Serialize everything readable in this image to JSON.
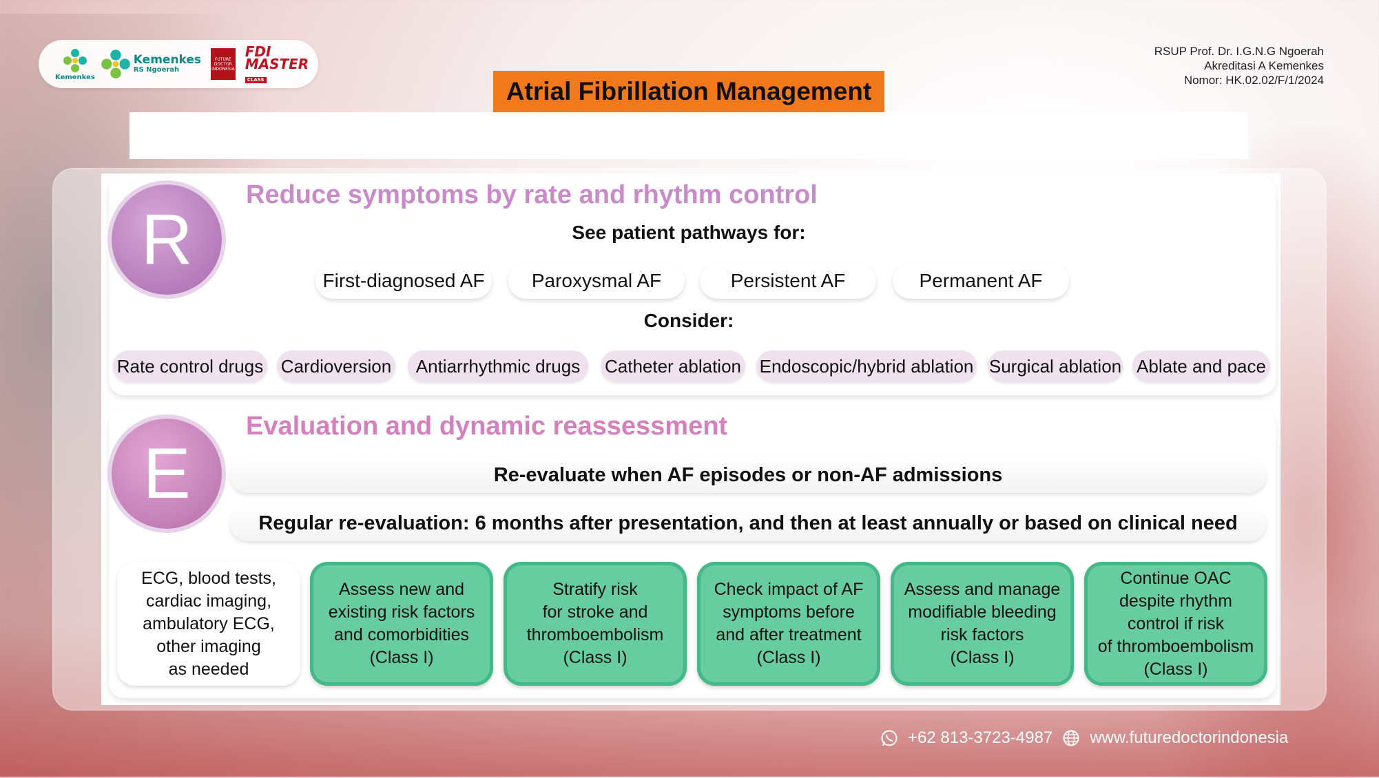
{
  "header": {
    "logos": {
      "kemenkes_small": "Kemenkes",
      "kemenkes_name": "Kemenkes",
      "rs_name": "RS Ngoerah",
      "fdi_text": "FUTURE DOCTOR INDONESIA",
      "master_text": "FDI MASTER",
      "class_text": "CLASS"
    },
    "info": [
      "RSUP Prof. Dr. I.G.N.G Ngoerah",
      "Akreditasi A Kemenkes",
      "Nomor: HK.02.02/F/1/2024"
    ]
  },
  "title": "Atrial Fibrillation Management",
  "section_r": {
    "letter": "R",
    "heading": "Reduce symptoms by rate and rhythm control",
    "see_label": "See patient pathways for:",
    "pathways": [
      "First-diagnosed AF",
      "Paroxysmal AF",
      "Persistent AF",
      "Permanent AF"
    ],
    "consider_label": "Consider:",
    "options": [
      "Rate control drugs",
      "Cardioversion",
      "Antiarrhythmic drugs",
      "Catheter ablation",
      "Endoscopic/hybrid ablation",
      "Surgical ablation",
      "Ablate and pace"
    ]
  },
  "section_e": {
    "letter": "E",
    "heading": "Evaluation and dynamic reassessment",
    "bar1": "Re-evaluate when AF episodes or non-AF admissions",
    "bar2": "Regular re-evaluation: 6 months after presentation, and then at least annually or based on clinical need",
    "boxes": [
      "ECG, blood tests,\ncardiac imaging,\nambulatory ECG,\nother imaging\nas needed",
      "Assess new and\nexisting risk factors\nand comorbidities\n(Class I)",
      "Stratify risk\nfor stroke and\nthromboembolism\n(Class I)",
      "Check impact of AF\nsymptoms before\nand after treatment\n(Class I)",
      "Assess and manage\nmodifiable bleeding\nrisk factors\n(Class I)",
      "Continue OAC\ndespite rhythm\ncontrol if risk\nof thromboembolism\n(Class I)"
    ]
  },
  "footer": {
    "phone": "+62 813-3723-4987",
    "website": "www.futuredoctorindonesia"
  },
  "colors": {
    "title_bg": "#f2791b",
    "r_accent": "#c98ac9",
    "e_accent": "#d57fbe",
    "green_box": "#67cda1"
  }
}
